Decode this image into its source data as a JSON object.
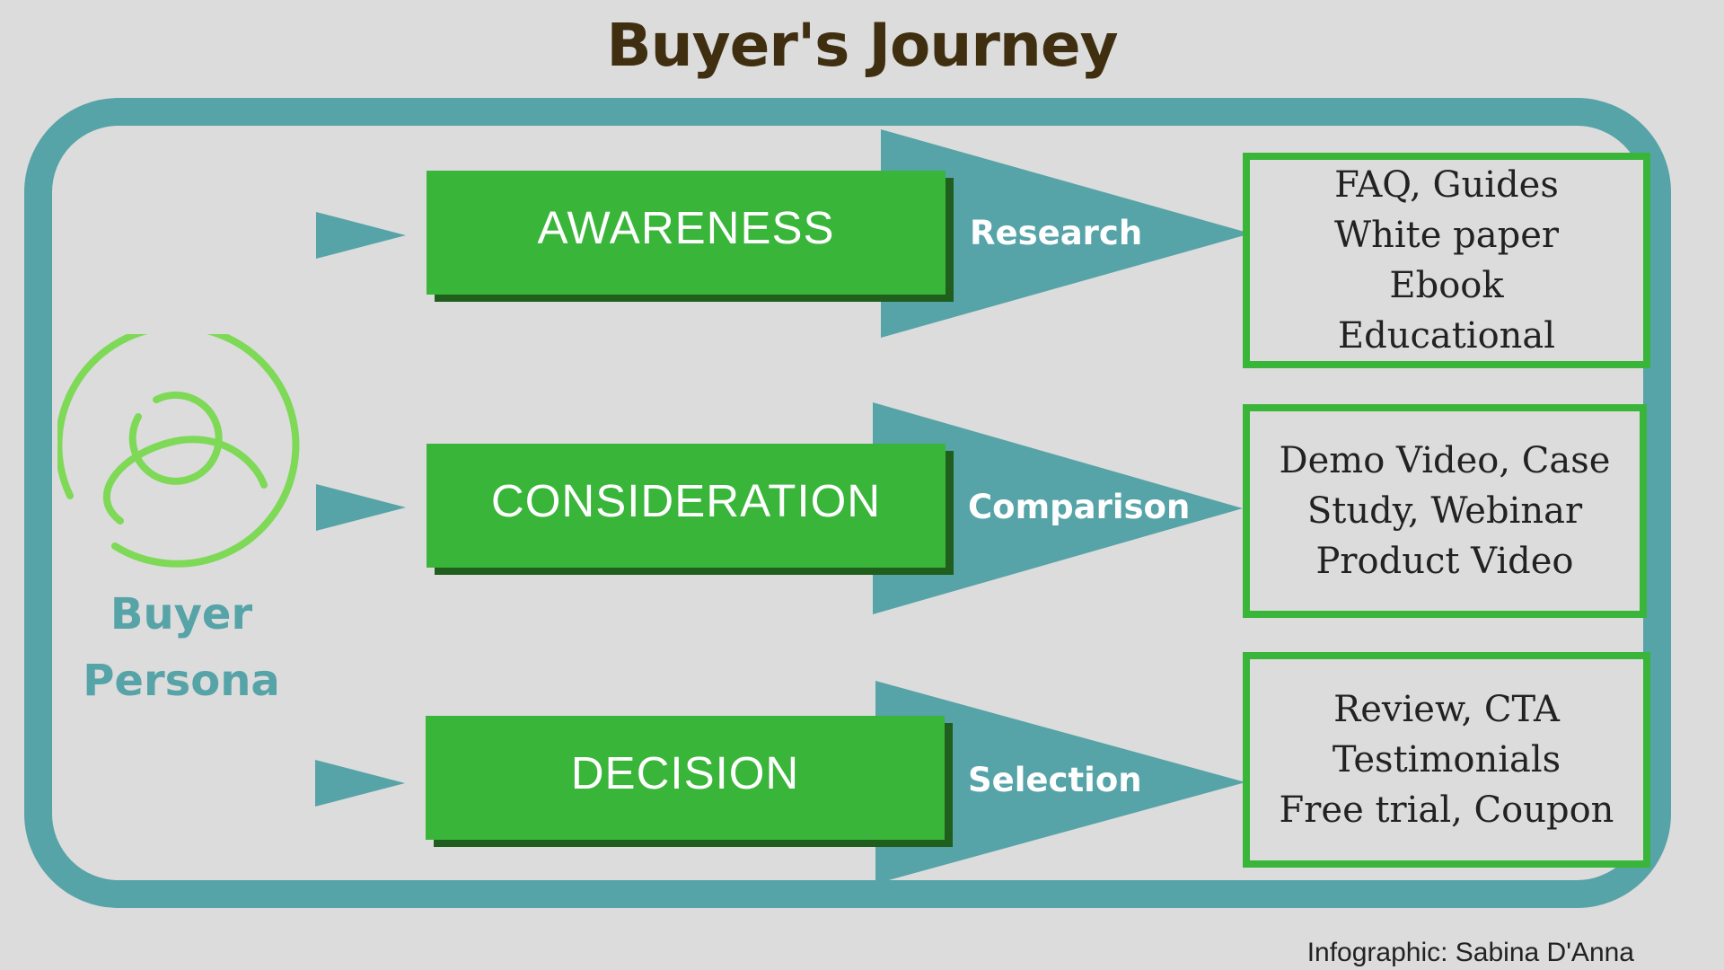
{
  "title": "Buyer's Journey",
  "persona": {
    "line1": "Buyer",
    "line2": "Persona"
  },
  "stages": [
    {
      "label": "AWARENESS",
      "verb": "Research",
      "content": [
        "FAQ, Guides",
        "White paper",
        "Ebook",
        "Educational"
      ]
    },
    {
      "label": "CONSIDERATION",
      "verb": "Comparison",
      "content": [
        "Demo Video, Case",
        "Study, Webinar",
        "Product Video"
      ]
    },
    {
      "label": "DECISION",
      "verb": "Selection",
      "content": [
        "Review, CTA",
        "Testimonials",
        "Free trial, Coupon"
      ]
    }
  ],
  "credit": "Infographic: Sabina D'Anna",
  "colors": {
    "background": "#dcdcdc",
    "teal": "#56a3a8",
    "green": "#39b53a",
    "light_green": "#7ed957",
    "title": "#3f2f10"
  }
}
